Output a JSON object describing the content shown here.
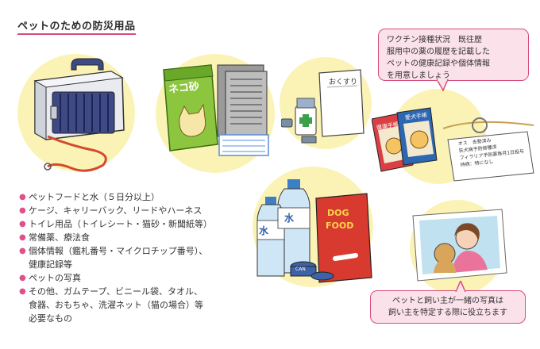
{
  "title": "ペットのための防災用品",
  "list": [
    "ペットフードと水（５日分以上）",
    "ケージ、キャリーバック、リードやハーネス",
    "トイレ用品（トイレシート・猫砂・新聞紙等）",
    "常備薬、療法食",
    "個体情報（鑑札番号・マイクロチップ番号）、",
    "健康記録等",
    "ペットの写真",
    "その他、ガムテープ、ビニール袋、タオル、",
    "食器、おもちゃ、洗濯ネット（猫の場合）等",
    "必要なもの"
  ],
  "bubble_top": {
    "lines": [
      "ワクチン接種状況　既往歴",
      "服用中の薬の履歴を記載した",
      "ペットの健康記録や個体情報",
      "を用意しましょう"
    ]
  },
  "bubble_bottom": {
    "lines": [
      "ペットと飼い主が一緒の写真は",
      "飼い主を特定する際に役立ちます"
    ]
  },
  "labels": {
    "cat_litter": "ネコ砂",
    "medicine": "おくすり",
    "notebook_pink": "健康手帳",
    "notebook_blue": "愛犬手帳",
    "water": "水",
    "dog_food_1": "DOG",
    "dog_food_2": "FOOD",
    "can": "CAN",
    "tag_lines": [
      "オス　去勢済み",
      "狂犬病予防接種済",
      "フィラリア予防薬毎月1日投与",
      "持病：特になし"
    ]
  },
  "colors": {
    "accent": "#d64d7a",
    "circle": "#fbf3b5",
    "bubble_bg": "#fbe1ea"
  }
}
